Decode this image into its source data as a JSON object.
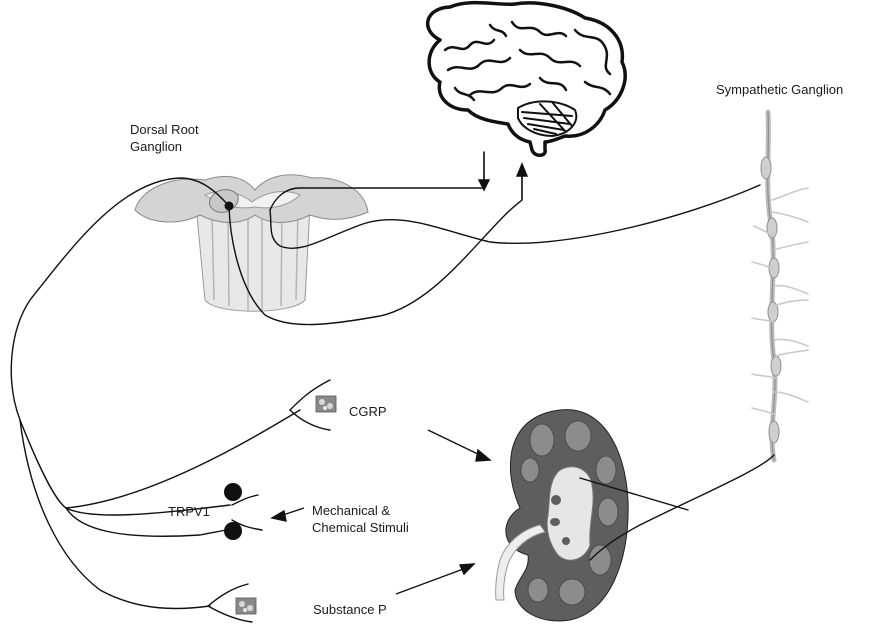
{
  "labels": {
    "dorsal_root_ganglion": [
      "Dorsal Root",
      "Ganglion"
    ],
    "sympathetic_ganglion": "Sympathetic Ganglion",
    "cgrp": "CGRP",
    "trpv1": "TRPV1",
    "stimuli": [
      "Mechanical &",
      "Chemical Stimuli"
    ],
    "substance_p": "Substance P"
  },
  "colors": {
    "line": "#111111",
    "kidney_cortex": "#5e5e5e",
    "kidney_medulla": "#8c8c8c",
    "kidney_pelvis": "#e6e6e6",
    "spinal_cord": "#d9d9d9"
  }
}
